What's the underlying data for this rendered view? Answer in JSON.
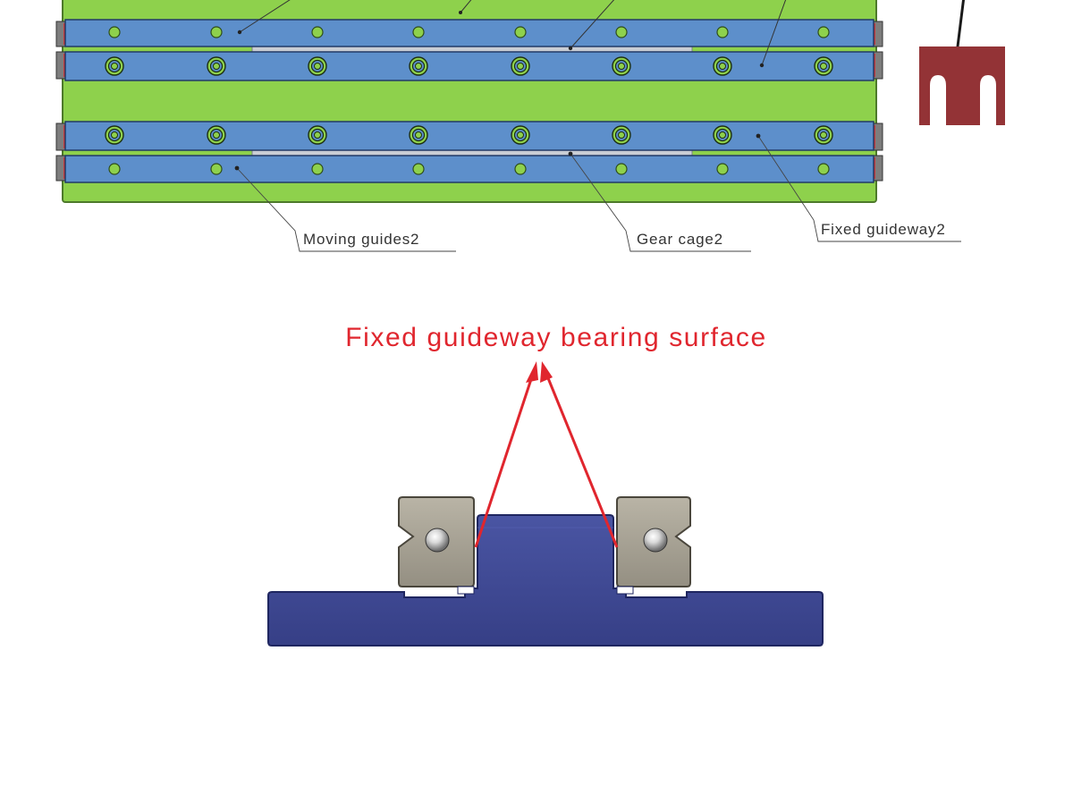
{
  "labels": {
    "moving_guides": "Moving guides2",
    "gear_cage": "Gear cage2",
    "fixed_guideway": "Fixed guideway2"
  },
  "section_title": "Fixed guideway bearing surface",
  "colors": {
    "plate_green": "#8ed14c",
    "rail_blue": "#5d8fcb",
    "cage_silver": "#c9cdd4",
    "base_navy": "#3f4a94",
    "carriage_gray": "#a6a193",
    "annotation_red": "#e0262e",
    "icon_red": "#933336",
    "callout_line": "#555555"
  },
  "icons": [
    "red-u-block-icon"
  ]
}
